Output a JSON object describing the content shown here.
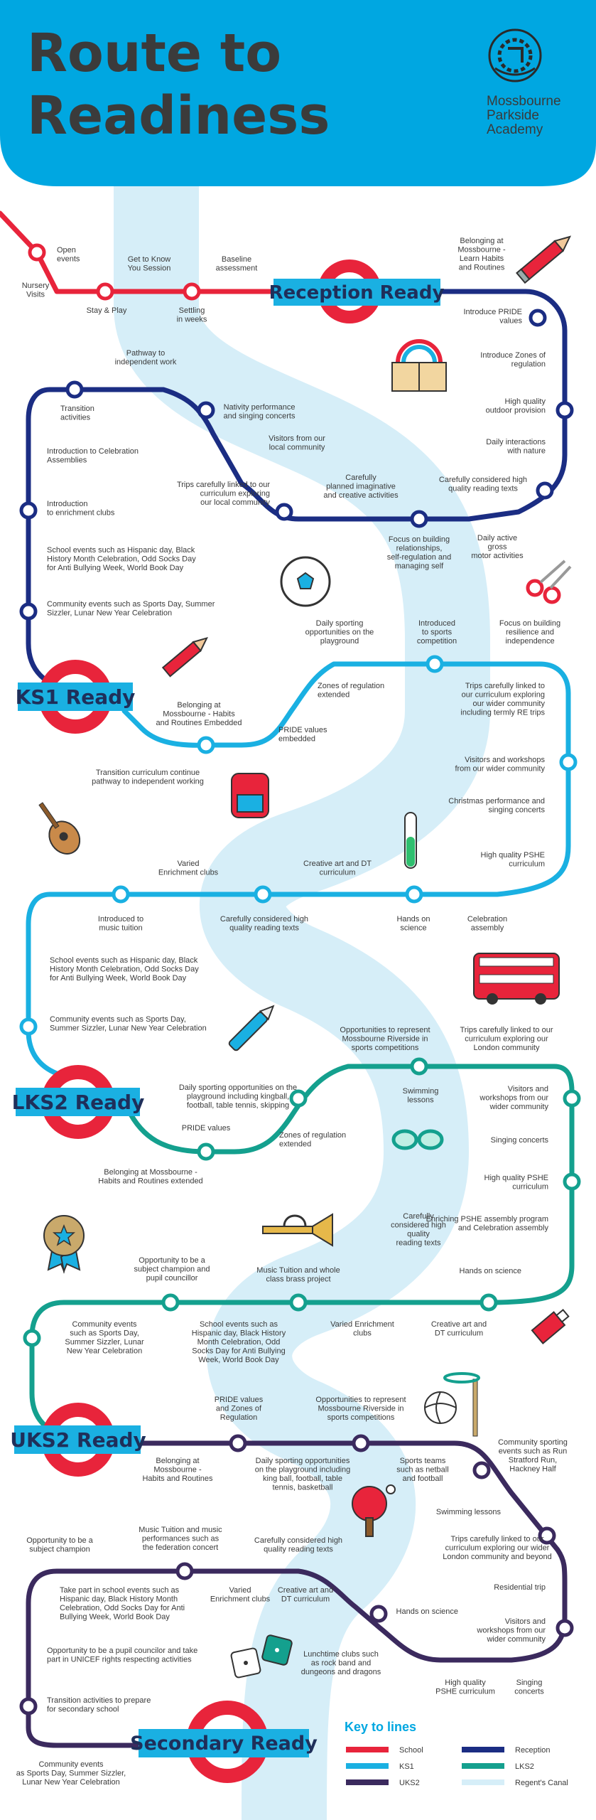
{
  "header": {
    "title_line1": "Route to",
    "title_line2": "Readiness",
    "school_line1": "Mossbourne",
    "school_line2": "Parkside",
    "school_line3": "Academy"
  },
  "colors": {
    "header_bg": "#00a7e1",
    "school": "#e8243b",
    "reception": "#1b2d83",
    "ks1": "#1ab0e2",
    "lks2": "#14a08e",
    "uks2": "#3b2a5e",
    "canal": "#d6eef8",
    "badge": "#1ab0e2"
  },
  "milestones": {
    "reception": "Reception Ready",
    "ks1": "KS1 Ready",
    "lks2": "LKS2 Ready",
    "uks2": "UKS2 Ready",
    "secondary": "Secondary Ready"
  },
  "stops": {
    "school": [
      {
        "lines": [
          "Nursery",
          "Visits"
        ]
      },
      {
        "lines": [
          "Open",
          "events"
        ]
      },
      {
        "lines": [
          "Stay & Play"
        ]
      },
      {
        "lines": [
          "Get to Know",
          "You Session"
        ]
      },
      {
        "lines": [
          "Settling",
          "in weeks"
        ]
      },
      {
        "lines": [
          "Baseline",
          "assessment"
        ]
      }
    ],
    "reception": [
      {
        "lines": [
          "Belonging at",
          "Mossbourne -",
          "Learn Habits",
          "and Routines"
        ]
      },
      {
        "lines": [
          "Introduce PRIDE",
          "values"
        ]
      },
      {
        "lines": [
          "Introduce Zones of",
          "regulation"
        ]
      },
      {
        "lines": [
          "High quality",
          "outdoor provision"
        ]
      },
      {
        "lines": [
          "Daily interactions",
          "with nature"
        ]
      },
      {
        "lines": [
          "Carefully considered high",
          "quality reading texts"
        ]
      },
      {
        "lines": [
          "Daily active",
          "gross",
          "motor activities"
        ]
      },
      {
        "lines": [
          "Focus on building",
          "relationships,",
          "self-regulation and",
          "managing self"
        ]
      },
      {
        "lines": [
          "Carefully",
          "planned imaginative",
          "and creative activities"
        ]
      },
      {
        "lines": [
          "Trips carefully linked to our",
          "curriculum exploring",
          "our local community"
        ]
      },
      {
        "lines": [
          "Visitors from our",
          "local community"
        ]
      },
      {
        "lines": [
          "Nativity performance",
          "and singing concerts"
        ]
      },
      {
        "lines": [
          "Pathway to",
          "independent work"
        ]
      },
      {
        "lines": [
          "Transition",
          "activities"
        ]
      },
      {
        "lines": [
          "Introduction to Celebration",
          "Assemblies"
        ]
      },
      {
        "lines": [
          "Introduction",
          "to enrichment clubs"
        ]
      },
      {
        "lines": [
          "School events such as Hispanic day, Black",
          "History Month Celebration, Odd Socks Day",
          "for Anti Bullying Week, World Book Day"
        ]
      },
      {
        "lines": [
          "Community events such as Sports Day, Summer",
          "Sizzler, Lunar New Year Celebration"
        ]
      }
    ],
    "ks1": [
      {
        "lines": [
          "Belonging at",
          "Mossbourne - Habits",
          "and Routines Embedded"
        ]
      },
      {
        "lines": [
          "Transition curriculum continue",
          "pathway to independent working"
        ]
      },
      {
        "lines": [
          "PRIDE values",
          "embedded"
        ]
      },
      {
        "lines": [
          "Zones of regulation",
          "extended"
        ]
      },
      {
        "lines": [
          "Daily sporting",
          "opportunities on the",
          "playground"
        ]
      },
      {
        "lines": [
          "Introduced",
          "to sports",
          "competition"
        ]
      },
      {
        "lines": [
          "Focus on building",
          "resilience and",
          "independence"
        ]
      },
      {
        "lines": [
          "Trips carefully linked to",
          "our curriculum exploring",
          "our wider community",
          "including termly RE trips"
        ]
      },
      {
        "lines": [
          "Visitors and workshops",
          "from our wider community"
        ]
      },
      {
        "lines": [
          "Christmas performance and",
          "singing concerts"
        ]
      },
      {
        "lines": [
          "High quality PSHE",
          "curriculum"
        ]
      },
      {
        "lines": [
          "Celebration",
          "assembly"
        ]
      },
      {
        "lines": [
          "Hands on",
          "science"
        ]
      },
      {
        "lines": [
          "Creative art and DT",
          "curriculum"
        ]
      },
      {
        "lines": [
          "Carefully considered high",
          "quality reading texts"
        ]
      },
      {
        "lines": [
          "Varied",
          "Enrichment clubs"
        ]
      },
      {
        "lines": [
          "Introduced to",
          "music tuition"
        ]
      },
      {
        "lines": [
          "School events such as Hispanic day, Black",
          "History Month Celebration, Odd Socks Day",
          "for Anti Bullying Week, World Book Day"
        ]
      },
      {
        "lines": [
          "Community events such as Sports Day,",
          "Summer Sizzler, Lunar New Year Celebration"
        ]
      }
    ],
    "lks2": [
      {
        "lines": [
          "Belonging at Mossbourne -",
          "Habits and Routines extended"
        ]
      },
      {
        "lines": [
          "PRIDE values"
        ]
      },
      {
        "lines": [
          "Daily sporting opportunities on the",
          "playground including kingball,",
          "football, table tennis, skipping"
        ]
      },
      {
        "lines": [
          "Zones of regulation",
          "extended"
        ]
      },
      {
        "lines": [
          "Opportunities to represent",
          "Mossbourne Riverside in",
          "sports competitions"
        ]
      },
      {
        "lines": [
          "Swimming",
          "lessons"
        ]
      },
      {
        "lines": [
          "Trips carefully linked to our",
          "curriculum exploring our",
          "London community"
        ]
      },
      {
        "lines": [
          "Visitors and",
          "workshops from our",
          "wider community"
        ]
      },
      {
        "lines": [
          "Singing concerts"
        ]
      },
      {
        "lines": [
          "High quality PSHE",
          "curriculum"
        ]
      },
      {
        "lines": [
          "Enriching PSHE assembly program",
          "and Celebration assembly"
        ]
      },
      {
        "lines": [
          "Hands on science"
        ]
      },
      {
        "lines": [
          "Carefully",
          "considered high",
          "quality",
          "reading texts"
        ]
      },
      {
        "lines": [
          "Creative art and",
          "DT curriculum"
        ]
      },
      {
        "lines": [
          "Varied Enrichment",
          "clubs"
        ]
      },
      {
        "lines": [
          "Music Tuition and whole",
          "class brass project"
        ]
      },
      {
        "lines": [
          "School events such as",
          "Hispanic day, Black History",
          "Month Celebration, Odd",
          "Socks Day for Anti Bullying",
          "Week, World Book Day"
        ]
      },
      {
        "lines": [
          "Opportunity to be a",
          "subject champion and",
          "pupil councillor"
        ]
      },
      {
        "lines": [
          "Community events",
          "such as Sports Day,",
          "Summer Sizzler, Lunar",
          "New Year Celebration"
        ]
      }
    ],
    "uks2": [
      {
        "lines": [
          "Belonging at",
          "Mossbourne -",
          "Habits and Routines"
        ]
      },
      {
        "lines": [
          "PRIDE values",
          "and Zones of",
          "Regulation"
        ]
      },
      {
        "lines": [
          "Daily sporting opportunities",
          "on the playground including",
          "king ball, football, table",
          "tennis, basketball"
        ]
      },
      {
        "lines": [
          "Opportunities to represent",
          "Mossbourne Riverside in",
          "sports competitions"
        ]
      },
      {
        "lines": [
          "Sports teams",
          "such as netball",
          "and football"
        ]
      },
      {
        "lines": [
          "Community sporting",
          "events such as Run",
          "Stratford Run,",
          "Hackney Half"
        ]
      },
      {
        "lines": [
          "Swimming lessons"
        ]
      },
      {
        "lines": [
          "Trips carefully linked to our",
          "curriculum exploring our wider",
          "London community and beyond"
        ]
      },
      {
        "lines": [
          "Residential trip"
        ]
      },
      {
        "lines": [
          "Visitors and",
          "workshops from our",
          "wider community"
        ]
      },
      {
        "lines": [
          "Singing",
          "concerts"
        ]
      },
      {
        "lines": [
          "High quality",
          "PSHE curriculum"
        ]
      },
      {
        "lines": [
          "Lunchtime clubs such",
          "as rock band and",
          "dungeons and dragons"
        ]
      },
      {
        "lines": [
          "Hands on science"
        ]
      },
      {
        "lines": [
          "Carefully considered high",
          "quality reading texts"
        ]
      },
      {
        "lines": [
          "Creative art and",
          "DT curriculum"
        ]
      },
      {
        "lines": [
          "Varied",
          "Enrichment clubs"
        ]
      },
      {
        "lines": [
          "Music Tuition and music",
          "performances such as",
          "the federation concert"
        ]
      },
      {
        "lines": [
          "Opportunity to be a",
          "subject champion"
        ]
      },
      {
        "lines": [
          "Take part in school events such as",
          "Hispanic day, Black History Month",
          "Celebration, Odd Socks Day for Anti",
          "Bullying Week, World Book Day"
        ]
      },
      {
        "lines": [
          "Opportunity to be a pupil councilor and take",
          "part in UNICEF rights respecting activities"
        ]
      },
      {
        "lines": [
          "Transition activities to prepare",
          "for secondary school"
        ]
      },
      {
        "lines": [
          "Community events",
          "as Sports Day, Summer Sizzler,",
          "Lunar New Year Celebration"
        ]
      }
    ]
  },
  "key": {
    "title": "Key to lines",
    "items": [
      {
        "label": "School",
        "color": "#e8243b"
      },
      {
        "label": "Reception",
        "color": "#1b2d83"
      },
      {
        "label": "KS1",
        "color": "#1ab0e2"
      },
      {
        "label": "LKS2",
        "color": "#14a08e"
      },
      {
        "label": "UKS2",
        "color": "#3b2a5e"
      },
      {
        "label": "Regent's Canal",
        "color": "#d6eef8"
      }
    ]
  },
  "icons": [
    "pencil-icon",
    "book-rainbow-icon",
    "football-icon",
    "scissors-icon",
    "pencil-icon",
    "backpack-icon",
    "guitar-icon",
    "test-tube-icon",
    "bus-icon",
    "pen-icon",
    "goggles-icon",
    "medal-icon",
    "trumpet-icon",
    "paint-tube-icon",
    "volleyball-icon",
    "racket-icon",
    "dice-icon"
  ]
}
